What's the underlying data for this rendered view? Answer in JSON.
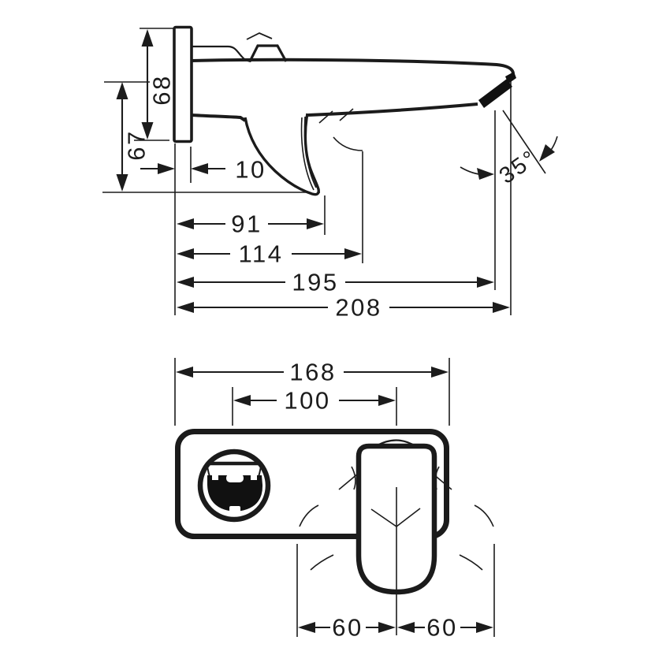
{
  "drawing": {
    "type": "technical-dimension-drawing",
    "subject": "wall-mounted single-lever basin mixer, side view and front view",
    "colors": {
      "line": "#1c1c1c",
      "background": "#ffffff",
      "solid_fill": "#111111"
    },
    "side_view": {
      "dims": {
        "height_68": "68",
        "height_67": "67",
        "depth_10": "10",
        "reach_91": "91",
        "reach_114": "114",
        "reach_195": "195",
        "reach_208": "208",
        "spray_angle_35": "35°"
      }
    },
    "front_view": {
      "dims": {
        "width_168": "168",
        "spacing_100": "100",
        "left_60": "60",
        "right_60": "60"
      }
    }
  }
}
